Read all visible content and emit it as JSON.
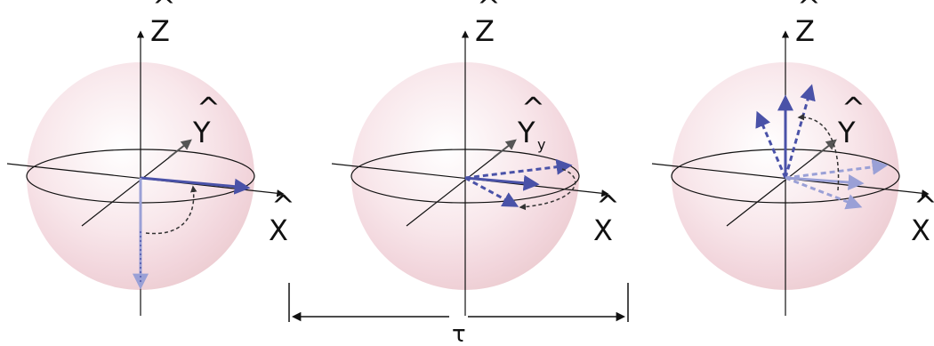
{
  "panels": [
    {
      "z_label": "Z",
      "y_label": "Y",
      "x_label": "X",
      "y_subscript": ""
    },
    {
      "z_label": "Z",
      "y_label": "Y",
      "x_label": "X",
      "y_subscript": "y"
    },
    {
      "z_label": "Z",
      "y_label": "Y",
      "x_label": "X",
      "y_subscript": ""
    }
  ],
  "interval_label": "τ",
  "colors": {
    "vector": "#4a52a8",
    "vector_faded": "#9aa0d6",
    "axis": "#111111",
    "rotation_arc": "#333333",
    "sphere_tint": "#f4d6de"
  }
}
